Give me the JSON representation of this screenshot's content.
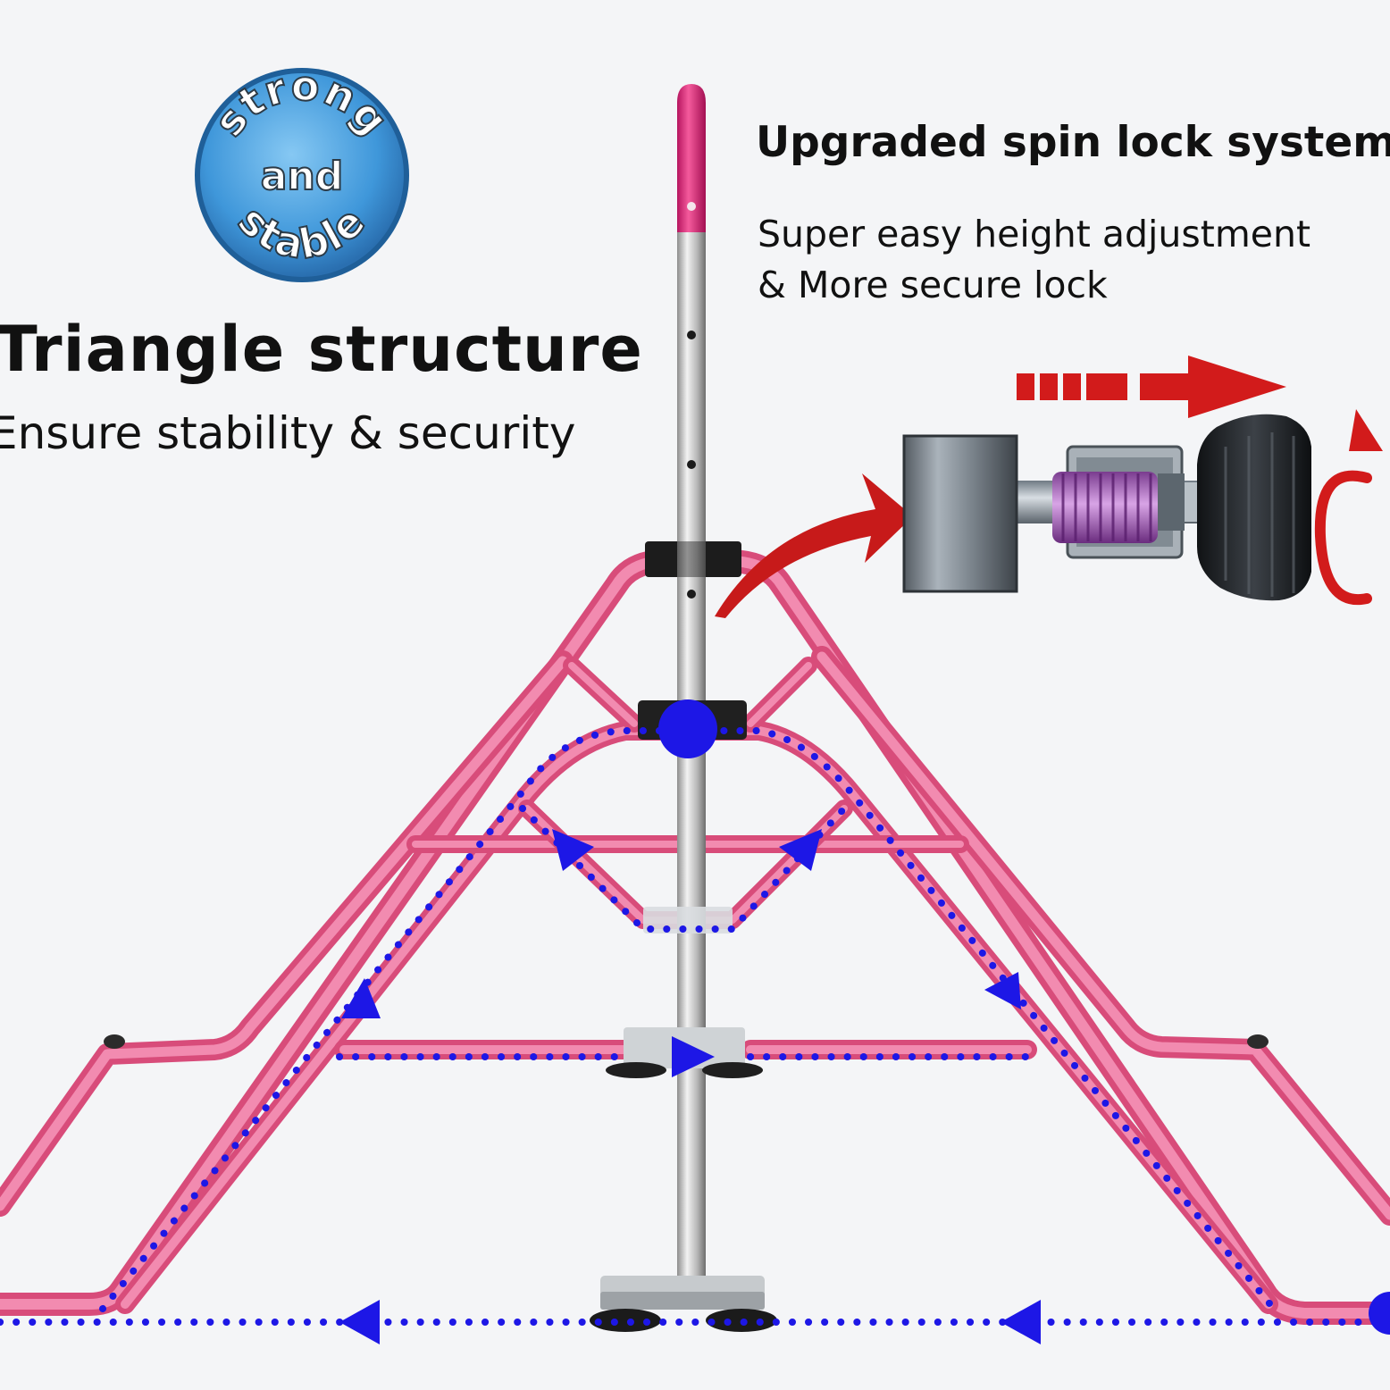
{
  "badge": {
    "line1": "strong",
    "line2": "and",
    "line3": "stable"
  },
  "left_panel": {
    "title": "Triangle structure",
    "subtitle": "Ensure stability & security"
  },
  "right_panel": {
    "title": "Upgraded spin lock system",
    "description_line1": "Super easy height adjustment",
    "description_line2": "& More secure lock"
  },
  "colors": {
    "frame_pink": "#ec5f8c",
    "handle_magenta": "#e0207a",
    "path_blue": "#1d17e6",
    "arrow_red": "#d21b1b",
    "badge_blue": "#4aa4e4",
    "background": "#f4f5f7"
  },
  "icons": [
    "badge-seal-icon",
    "spin-lock-knob-icon",
    "direction-arrow-icon",
    "rotation-arrow-icon"
  ]
}
